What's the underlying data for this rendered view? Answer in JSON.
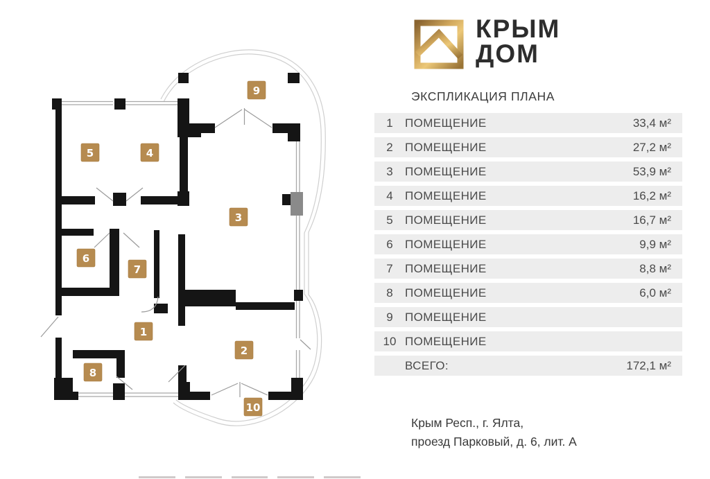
{
  "logo": {
    "line1": "КРЫМ",
    "line2": "ДОМ",
    "icon": "house-in-square-icon",
    "gold_dark": "#8a6430",
    "gold_light": "#ecc878"
  },
  "title": "ЭКСПЛИКАЦИЯ ПЛАНА",
  "table": {
    "rows": [
      {
        "num": "1",
        "label": "ПОМЕЩЕНИЕ",
        "area": "33,4 м²"
      },
      {
        "num": "2",
        "label": "ПОМЕЩЕНИЕ",
        "area": "27,2 м²"
      },
      {
        "num": "3",
        "label": "ПОМЕЩЕНИЕ",
        "area": "53,9 м²"
      },
      {
        "num": "4",
        "label": "ПОМЕЩЕНИЕ",
        "area": "16,2 м²"
      },
      {
        "num": "5",
        "label": "ПОМЕЩЕНИЕ",
        "area": "16,7 м²"
      },
      {
        "num": "6",
        "label": "ПОМЕЩЕНИЕ",
        "area": "9,9 м²"
      },
      {
        "num": "7",
        "label": "ПОМЕЩЕНИЕ",
        "area": "8,8 м²"
      },
      {
        "num": "8",
        "label": "ПОМЕЩЕНИЕ",
        "area": "6,0 м²"
      },
      {
        "num": "9",
        "label": "ПОМЕЩЕНИЕ",
        "area": ""
      },
      {
        "num": "10",
        "label": "ПОМЕЩЕНИЕ",
        "area": ""
      }
    ],
    "total": {
      "label": "ВСЕГО:",
      "area": "172,1 м²"
    }
  },
  "address": {
    "line1": "Крым Респ., г. Ялта,",
    "line2": "проезд Парковый, д. 6, лит. А"
  },
  "plan": {
    "wall_color": "#151515",
    "vent_color": "#8a8a8a",
    "badge_color": "#b68b50",
    "badges": [
      {
        "label": "9"
      },
      {
        "label": "5"
      },
      {
        "label": "4"
      },
      {
        "label": "3"
      },
      {
        "label": "6"
      },
      {
        "label": "7"
      },
      {
        "label": "1"
      },
      {
        "label": "2"
      },
      {
        "label": "8"
      },
      {
        "label": "10"
      }
    ]
  }
}
